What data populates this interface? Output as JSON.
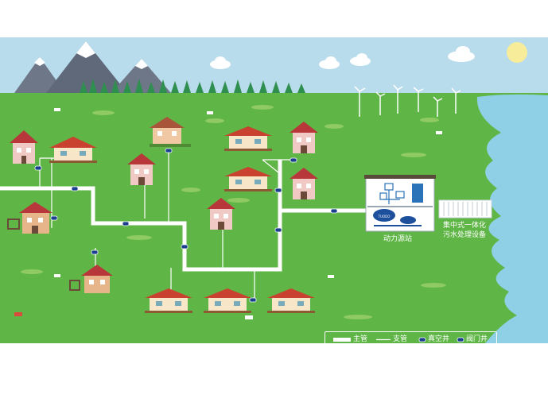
{
  "legend": {
    "main_pipe": "主管",
    "branch_pipe": "支管",
    "vacuum_well": "真空井",
    "valve_well": "阀门井"
  },
  "station": {
    "label": "动力源站",
    "tank_badge": "TUODO"
  },
  "treatment": {
    "line1": "集中式一体化",
    "line2": "污水处理设备"
  },
  "colors": {
    "grass": "#5fb646",
    "sky": "#b9dcec",
    "pipe": "#ffffff",
    "well": "#1b3f8f",
    "roof": "#c9422f",
    "water": "#8fd0e6"
  }
}
